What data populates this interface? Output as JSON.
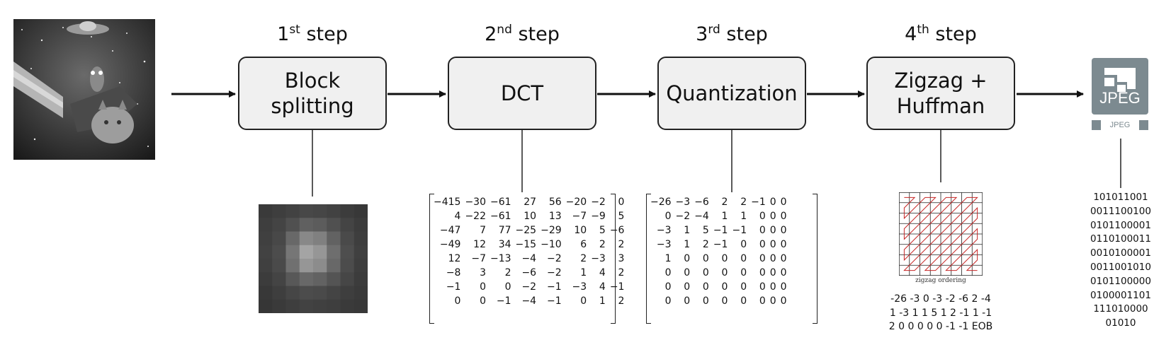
{
  "steps": [
    {
      "num": "1",
      "sup": "st",
      "word": "step",
      "box_lines": [
        "Block",
        "splitting"
      ]
    },
    {
      "num": "2",
      "sup": "nd",
      "word": "step",
      "box_lines": [
        "DCT"
      ]
    },
    {
      "num": "3",
      "sup": "rd",
      "word": "step",
      "box_lines": [
        "Quantization"
      ]
    },
    {
      "num": "4",
      "sup": "th",
      "word": "step",
      "box_lines": [
        "Zigzag +",
        "Huffman"
      ]
    }
  ],
  "block_pixels": [
    [
      58,
      62,
      66,
      72,
      70,
      66,
      60,
      56
    ],
    [
      62,
      68,
      80,
      96,
      92,
      80,
      68,
      60
    ],
    [
      64,
      72,
      104,
      136,
      128,
      98,
      74,
      62
    ],
    [
      66,
      76,
      118,
      164,
      150,
      110,
      78,
      64
    ],
    [
      64,
      74,
      112,
      150,
      140,
      104,
      76,
      62
    ],
    [
      60,
      68,
      88,
      104,
      98,
      84,
      70,
      60
    ],
    [
      56,
      62,
      70,
      76,
      74,
      68,
      62,
      58
    ],
    [
      54,
      58,
      62,
      66,
      64,
      62,
      58,
      56
    ]
  ],
  "dct_matrix": [
    [
      "−415",
      "−30",
      "−61",
      "27",
      "56",
      "−20",
      "−2",
      "0"
    ],
    [
      "4",
      "−22",
      "−61",
      "10",
      "13",
      "−7",
      "−9",
      "5"
    ],
    [
      "−47",
      "7",
      "77",
      "−25",
      "−29",
      "10",
      "5",
      "−6"
    ],
    [
      "−49",
      "12",
      "34",
      "−15",
      "−10",
      "6",
      "2",
      "2"
    ],
    [
      "12",
      "−7",
      "−13",
      "−4",
      "−2",
      "2",
      "−3",
      "3"
    ],
    [
      "−8",
      "3",
      "2",
      "−6",
      "−2",
      "1",
      "4",
      "2"
    ],
    [
      "−1",
      "0",
      "0",
      "−2",
      "−1",
      "−3",
      "4",
      "−1"
    ],
    [
      "0",
      "0",
      "−1",
      "−4",
      "−1",
      "0",
      "1",
      "2"
    ]
  ],
  "quant_matrix": [
    [
      "−26",
      "−3",
      "−6",
      "2",
      "2",
      "−1",
      "0",
      "0"
    ],
    [
      "0",
      "−2",
      "−4",
      "1",
      "1",
      "0",
      "0",
      "0"
    ],
    [
      "−3",
      "1",
      "5",
      "−1",
      "−1",
      "0",
      "0",
      "0"
    ],
    [
      "−3",
      "1",
      "2",
      "−1",
      "0",
      "0",
      "0",
      "0"
    ],
    [
      "1",
      "0",
      "0",
      "0",
      "0",
      "0",
      "0",
      "0"
    ],
    [
      "0",
      "0",
      "0",
      "0",
      "0",
      "0",
      "0",
      "0"
    ],
    [
      "0",
      "0",
      "0",
      "0",
      "0",
      "0",
      "0",
      "0"
    ],
    [
      "0",
      "0",
      "0",
      "0",
      "0",
      "0",
      "0",
      "0"
    ]
  ],
  "zigzag": {
    "caption": "zigzag ordering",
    "sequence_lines": [
      "-26 -3 0 -3 -2 -6 2 -4",
      "1 -3 1 1 5 1 2 -1 1 -1",
      "2 0 0 0 0 0 -1 -1 EOB"
    ]
  },
  "jpeg_logo": {
    "big_label": "JPEG",
    "small_label": "JPEG",
    "color": "#7c8a90"
  },
  "bitstream": [
    "101011001",
    "0011100100",
    "0101100001",
    "0110100011",
    "0010100001",
    "0011001010",
    "0101100000",
    "0100001101",
    "111010000",
    "01010"
  ]
}
